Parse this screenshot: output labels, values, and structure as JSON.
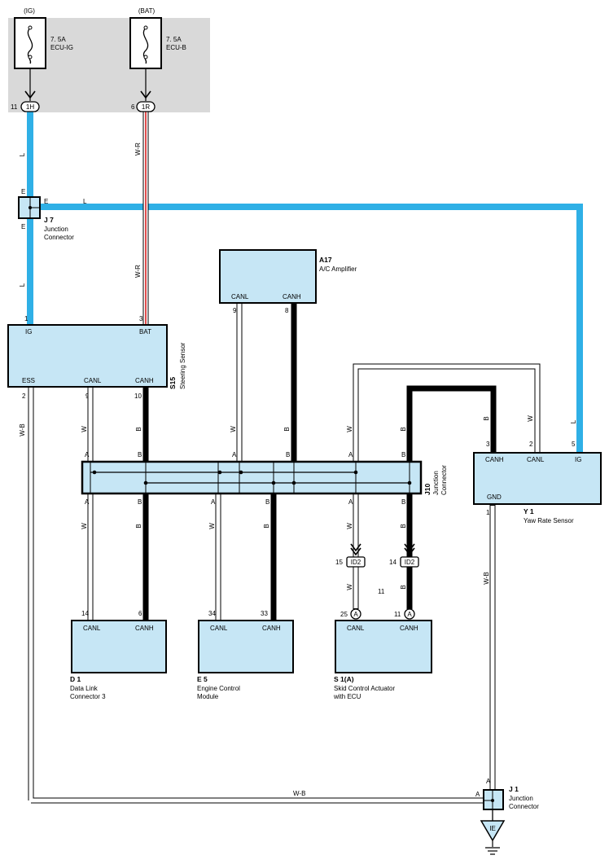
{
  "power": {
    "ig_label": "(IG)",
    "bat_label": "(BAT)",
    "fuse_ig": {
      "amp": "7. 5A",
      "name": "ECU-IG",
      "pin": "11",
      "conn": "1H"
    },
    "fuse_b": {
      "amp": "7. 5A",
      "name": "ECU-B",
      "pin": "6",
      "conn": "1R"
    }
  },
  "wires": {
    "L": "L",
    "WR": "W-R",
    "W": "W",
    "B": "B",
    "WB": "W-B",
    "E": "E",
    "A": "A"
  },
  "j7": {
    "code": "J 7",
    "line1": "Junction",
    "line2": "Connector"
  },
  "a17": {
    "code": "A17",
    "name": "A/C Amplifier",
    "canl": "CANL",
    "canh": "CANH",
    "pin_canl": "9",
    "pin_canh": "8"
  },
  "s15": {
    "code": "S15",
    "name": "Steering Sensor",
    "ig": "IG",
    "bat": "BAT",
    "ess": "ESS",
    "canl": "CANL",
    "canh": "CANH",
    "pin_ig": "1",
    "pin_bat": "3",
    "pin_ess": "2",
    "pin_canl": "9",
    "pin_canh": "10"
  },
  "j10": {
    "code": "J10",
    "line1": "Junction",
    "line2": "Connector"
  },
  "y1": {
    "code": "Y 1",
    "name": "Yaw Rate Sensor",
    "canh": "CANH",
    "canl": "CANL",
    "ig": "IG",
    "gnd": "GND",
    "pin_canh": "3",
    "pin_canl": "2",
    "pin_ig": "5",
    "pin_gnd": "1"
  },
  "id2": {
    "label": "ID2",
    "pin_w": "15",
    "pin_b": "14",
    "note": "11"
  },
  "d1": {
    "code": "D 1",
    "line1": "Data Link",
    "line2": "Connector 3",
    "canl": "CANL",
    "canh": "CANH",
    "pin_canl": "14",
    "pin_canh": "6"
  },
  "e5": {
    "code": "E 5",
    "line1": "Engine Control",
    "line2": "Module",
    "canl": "CANL",
    "canh": "CANH",
    "pin_canl": "34",
    "pin_canh": "33"
  },
  "s1": {
    "code": "S 1(A)",
    "line1": "Skid Control Actuator",
    "line2": "with ECU",
    "canl": "CANL",
    "canh": "CANH",
    "pin_canl": "25",
    "pin_canh": "11",
    "conn": "A"
  },
  "j1": {
    "code": "J 1",
    "line1": "Junction",
    "line2": "Connector"
  },
  "ground": {
    "label": "IE"
  }
}
